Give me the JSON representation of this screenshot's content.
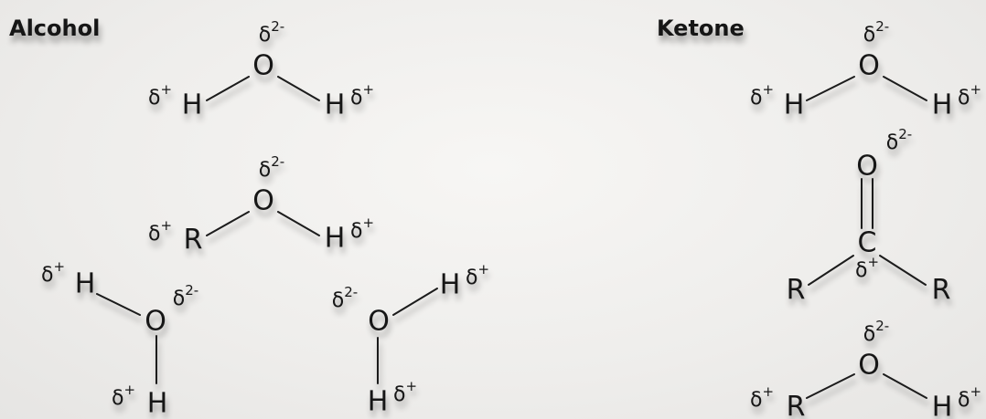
{
  "headings": {
    "alcohol": "Alcohol",
    "ketone": "Ketone"
  },
  "symbols": {
    "delta": "δ",
    "plus": "+",
    "two_minus": "2-",
    "oxygen": "O",
    "hydrogen": "H",
    "carbon": "C",
    "r_group": "R"
  }
}
